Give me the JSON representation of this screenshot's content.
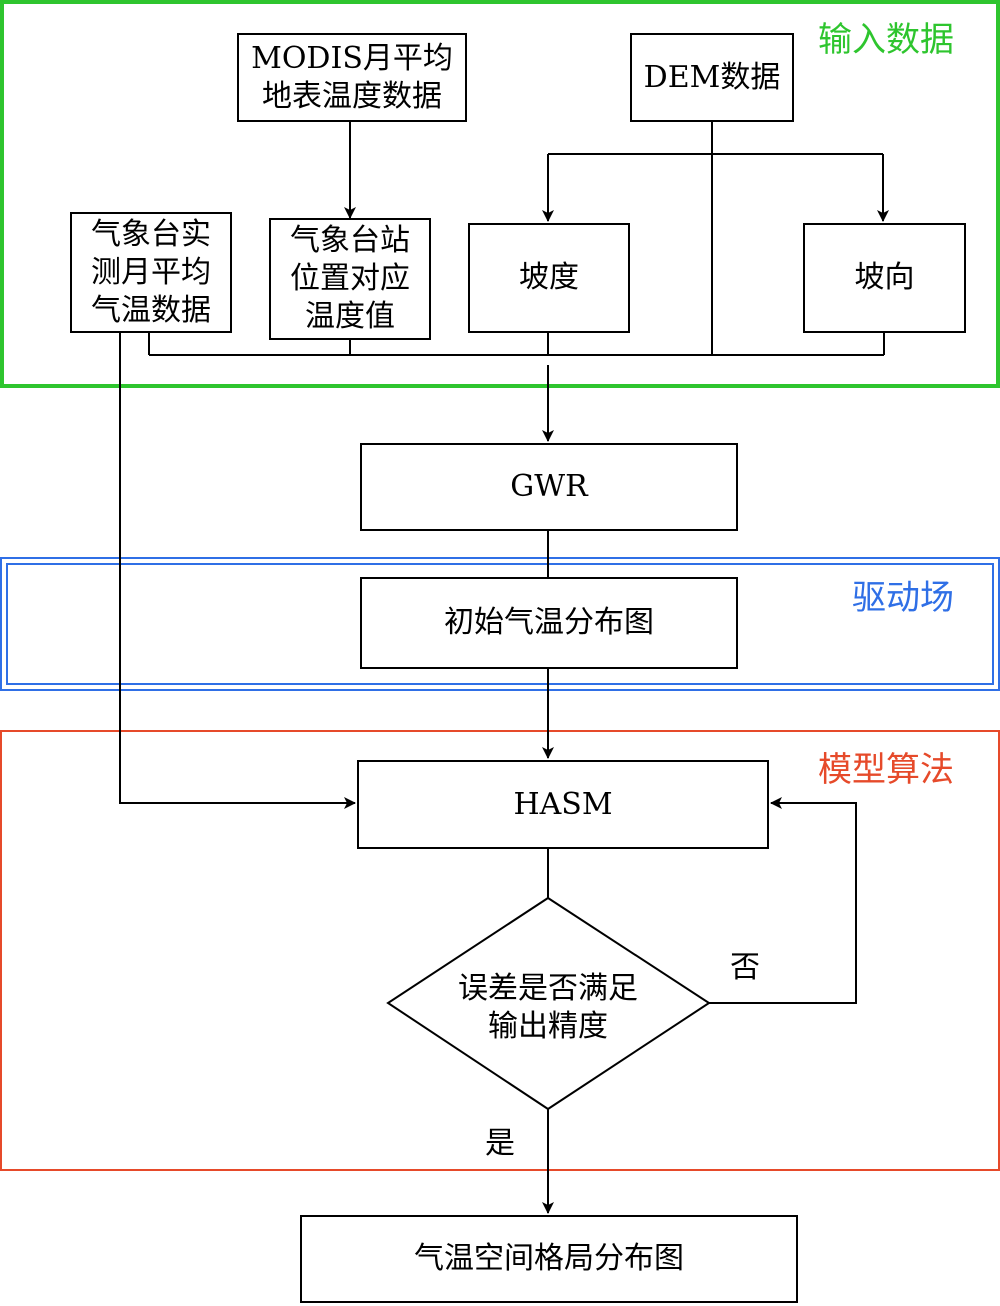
{
  "groups": {
    "input": {
      "label": "输入数据",
      "color": "#2ec52e"
    },
    "driving": {
      "label": "驱动场",
      "color": "#2f6fe6"
    },
    "model": {
      "label": "模型算法",
      "color": "#e64a2a"
    }
  },
  "nodes": {
    "modis": "MODIS月平均\n地表温度数据",
    "dem": "DEM数据",
    "station_obs": "气象台实\n测月平均\n气温数据",
    "station_temp": "气象台站\n位置对应\n温度值",
    "slope": "坡度",
    "aspect": "坡向",
    "gwr": "GWR",
    "initial": "初始气温分布图",
    "hasm": "HASM",
    "decision": "误差是否满足\n输出精度",
    "output": "气温空间格局分布图"
  },
  "edge_labels": {
    "no": "否",
    "yes": "是"
  }
}
